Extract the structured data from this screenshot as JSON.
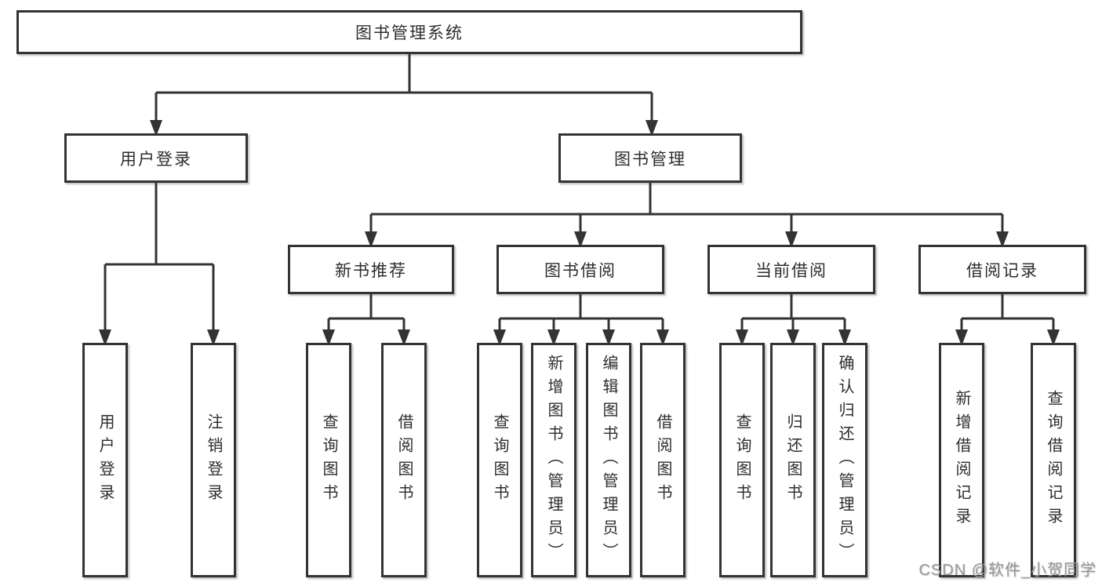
{
  "diagram": {
    "root": {
      "label": "图书管理系统",
      "children": [
        {
          "label": "用户登录",
          "children": [
            {
              "label": "用户登录"
            },
            {
              "label": "注销登录"
            }
          ]
        },
        {
          "label": "图书管理",
          "children": [
            {
              "label": "新书推荐",
              "children": [
                {
                  "label": "查询图书"
                },
                {
                  "label": "借阅图书"
                }
              ]
            },
            {
              "label": "图书借阅",
              "children": [
                {
                  "label": "查询图书"
                },
                {
                  "label": "新增图书（管理员）"
                },
                {
                  "label": "编辑图书（管理员）"
                },
                {
                  "label": "借阅图书"
                }
              ]
            },
            {
              "label": "当前借阅",
              "children": [
                {
                  "label": "查询图书"
                },
                {
                  "label": "归还图书"
                },
                {
                  "label": "确认归还（管理员）"
                }
              ]
            },
            {
              "label": "借阅记录",
              "children": [
                {
                  "label": "新增借阅记录"
                },
                {
                  "label": "查询借阅记录"
                }
              ]
            }
          ]
        }
      ]
    }
  },
  "watermark": {
    "text": "CSDN @软件_小贺同学"
  },
  "colors": {
    "line": "#333333",
    "box_border": "#333333",
    "box_background": "#ffffff",
    "text": "#2d2d2d",
    "watermark": "#9a9a9a"
  }
}
